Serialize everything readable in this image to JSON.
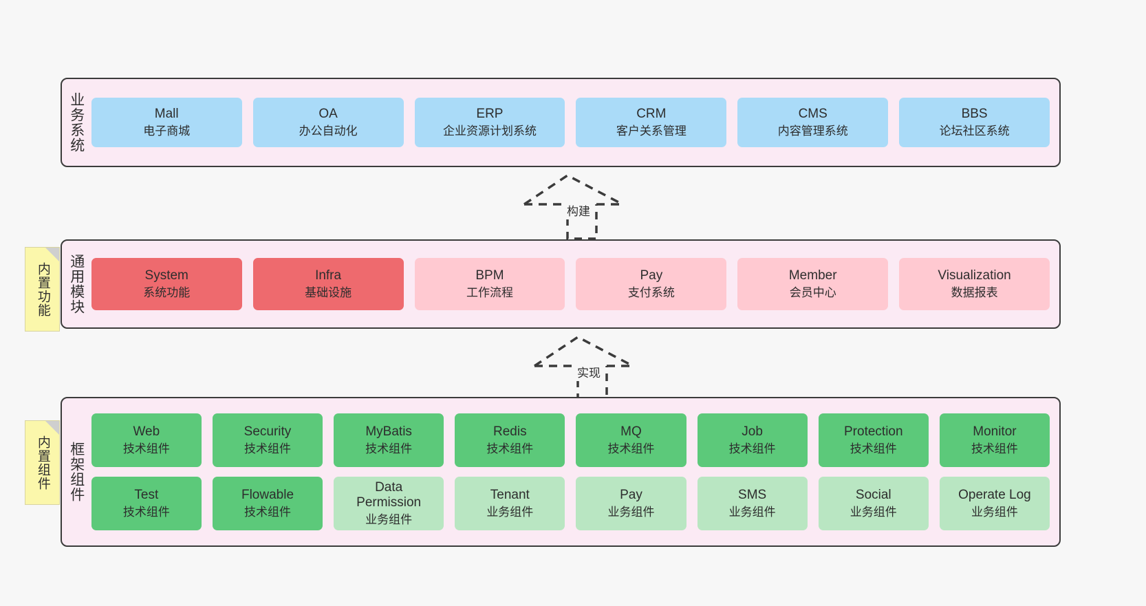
{
  "diagram": {
    "title": "ruoyi-vue-pro architecture layers",
    "background_color": "#f7f7f7",
    "layer_fill": "#fbeaf4",
    "layer_border": "#3b3b3b"
  },
  "notes": [
    {
      "id": "note-builtin-features",
      "label": "内置功能",
      "color": "#fbf7ab"
    },
    {
      "id": "note-builtin-components",
      "label": "内置组件",
      "color": "#fbf7ab"
    }
  ],
  "connectors": [
    {
      "id": "connector-build",
      "label": "构建",
      "style": "dashed-hollow-triangle-up"
    },
    {
      "id": "connector-realize",
      "label": "实现",
      "style": "dashed-hollow-triangle-up"
    }
  ],
  "layers": [
    {
      "id": "business-systems",
      "title": "业务系统",
      "rows": [
        {
          "cards": [
            {
              "en": "Mall",
              "cn": "电子商城",
              "color": "#aadbf8",
              "variant": "c-blue"
            },
            {
              "en": "OA",
              "cn": "办公自动化",
              "color": "#aadbf8",
              "variant": "c-blue"
            },
            {
              "en": "ERP",
              "cn": "企业资源计划系统",
              "color": "#aadbf8",
              "variant": "c-blue"
            },
            {
              "en": "CRM",
              "cn": "客户关系管理",
              "color": "#aadbf8",
              "variant": "c-blue"
            },
            {
              "en": "CMS",
              "cn": "内容管理系统",
              "color": "#aadbf8",
              "variant": "c-blue"
            },
            {
              "en": "BBS",
              "cn": "论坛社区系统",
              "color": "#aadbf8",
              "variant": "c-blue"
            }
          ]
        }
      ]
    },
    {
      "id": "common-modules",
      "title": "通用模块",
      "rows": [
        {
          "cards": [
            {
              "en": "System",
              "cn": "系统功能",
              "color": "#ee6a6e",
              "variant": "c-red"
            },
            {
              "en": "Infra",
              "cn": "基础设施",
              "color": "#ee6a6e",
              "variant": "c-red"
            },
            {
              "en": "BPM",
              "cn": "工作流程",
              "color": "#ffc9d1",
              "variant": "c-pink"
            },
            {
              "en": "Pay",
              "cn": "支付系统",
              "color": "#ffc9d1",
              "variant": "c-pink"
            },
            {
              "en": "Member",
              "cn": "会员中心",
              "color": "#ffc9d1",
              "variant": "c-pink"
            },
            {
              "en": "Visualization",
              "cn": "数据报表",
              "color": "#ffc9d1",
              "variant": "c-pink"
            }
          ]
        }
      ]
    },
    {
      "id": "framework-components",
      "title": "框架组件",
      "rows": [
        {
          "cards": [
            {
              "en": "Web",
              "cn": "技术组件",
              "color": "#5cc97a",
              "variant": "c-green"
            },
            {
              "en": "Security",
              "cn": "技术组件",
              "color": "#5cc97a",
              "variant": "c-green"
            },
            {
              "en": "MyBatis",
              "cn": "技术组件",
              "color": "#5cc97a",
              "variant": "c-green"
            },
            {
              "en": "Redis",
              "cn": "技术组件",
              "color": "#5cc97a",
              "variant": "c-green"
            },
            {
              "en": "MQ",
              "cn": "技术组件",
              "color": "#5cc97a",
              "variant": "c-green"
            },
            {
              "en": "Job",
              "cn": "技术组件",
              "color": "#5cc97a",
              "variant": "c-green"
            },
            {
              "en": "Protection",
              "cn": "技术组件",
              "color": "#5cc97a",
              "variant": "c-green"
            },
            {
              "en": "Monitor",
              "cn": "技术组件",
              "color": "#5cc97a",
              "variant": "c-green"
            }
          ]
        },
        {
          "cards": [
            {
              "en": "Test",
              "cn": "技术组件",
              "color": "#5cc97a",
              "variant": "c-green"
            },
            {
              "en": "Flowable",
              "cn": "技术组件",
              "color": "#5cc97a",
              "variant": "c-green"
            },
            {
              "en": "Data\nPermission",
              "cn": "业务组件",
              "color": "#b9e6c2",
              "variant": "c-lightgreen"
            },
            {
              "en": "Tenant",
              "cn": "业务组件",
              "color": "#b9e6c2",
              "variant": "c-lightgreen"
            },
            {
              "en": "Pay",
              "cn": "业务组件",
              "color": "#b9e6c2",
              "variant": "c-lightgreen"
            },
            {
              "en": "SMS",
              "cn": "业务组件",
              "color": "#b9e6c2",
              "variant": "c-lightgreen"
            },
            {
              "en": "Social",
              "cn": "业务组件",
              "color": "#b9e6c2",
              "variant": "c-lightgreen"
            },
            {
              "en": "Operate Log",
              "cn": "业务组件",
              "color": "#b9e6c2",
              "variant": "c-lightgreen"
            }
          ]
        }
      ]
    }
  ]
}
